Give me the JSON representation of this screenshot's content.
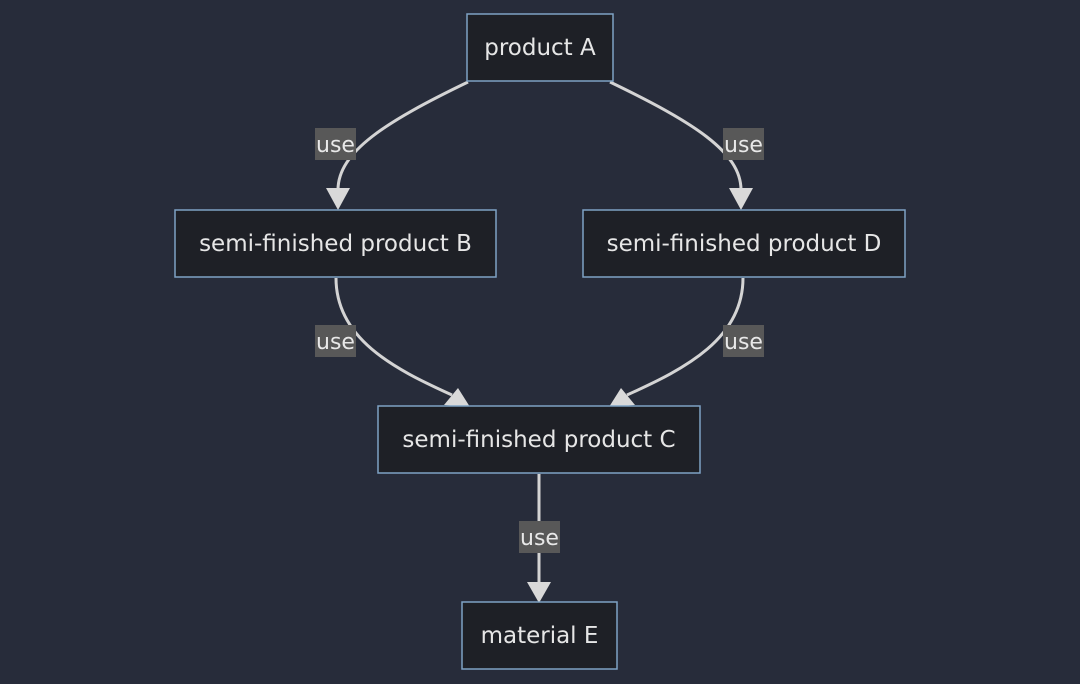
{
  "diagram": {
    "nodes": {
      "product_a": "product A",
      "semi_b": "semi-finished product B",
      "semi_d": "semi-finished product D",
      "semi_c": "semi-finished product C",
      "material_e": "material E"
    },
    "edges": [
      {
        "from": "product_a",
        "to": "semi_b",
        "label": "use"
      },
      {
        "from": "product_a",
        "to": "semi_d",
        "label": "use"
      },
      {
        "from": "semi_b",
        "to": "semi_c",
        "label": "use"
      },
      {
        "from": "semi_d",
        "to": "semi_c",
        "label": "use"
      },
      {
        "from": "semi_c",
        "to": "material_e",
        "label": "use"
      }
    ]
  },
  "colors": {
    "background": "#272c3a",
    "node_fill": "#1e2026",
    "node_border": "#7ea2c4",
    "text": "#e6e6e6",
    "edge": "#d4d4d4",
    "label_bg": "#585858"
  }
}
